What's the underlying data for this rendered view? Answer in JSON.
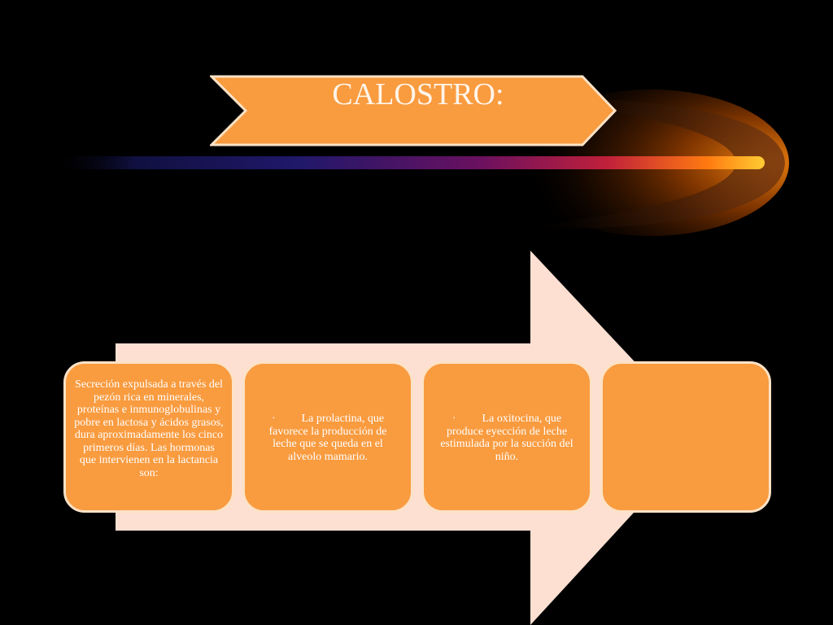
{
  "title": "CALOSTRO:",
  "colors": {
    "background": "#000000",
    "banner_fill": "#f99b3f",
    "box_fill": "#f99b3f",
    "arrow_fill": "#fde0d2",
    "text": "#ffffff"
  },
  "boxes": [
    {
      "bullet": "",
      "text": "Secreción expulsada a través del pezón rica en minerales, proteínas e inmunoglobulinas y pobre en lactosa y ácidos grasos, dura aproximadamente los cinco primeros días. Las hormonas que intervienen en la lactancia son:"
    },
    {
      "bullet": "·",
      "text": "La prolactina, que favorece la producción de leche que se queda en el alveolo mamario."
    },
    {
      "bullet": "·",
      "text": "La oxitocina, que produce eyección de leche estimulada por la succión del niño."
    },
    {
      "bullet": "",
      "text": ""
    }
  ]
}
